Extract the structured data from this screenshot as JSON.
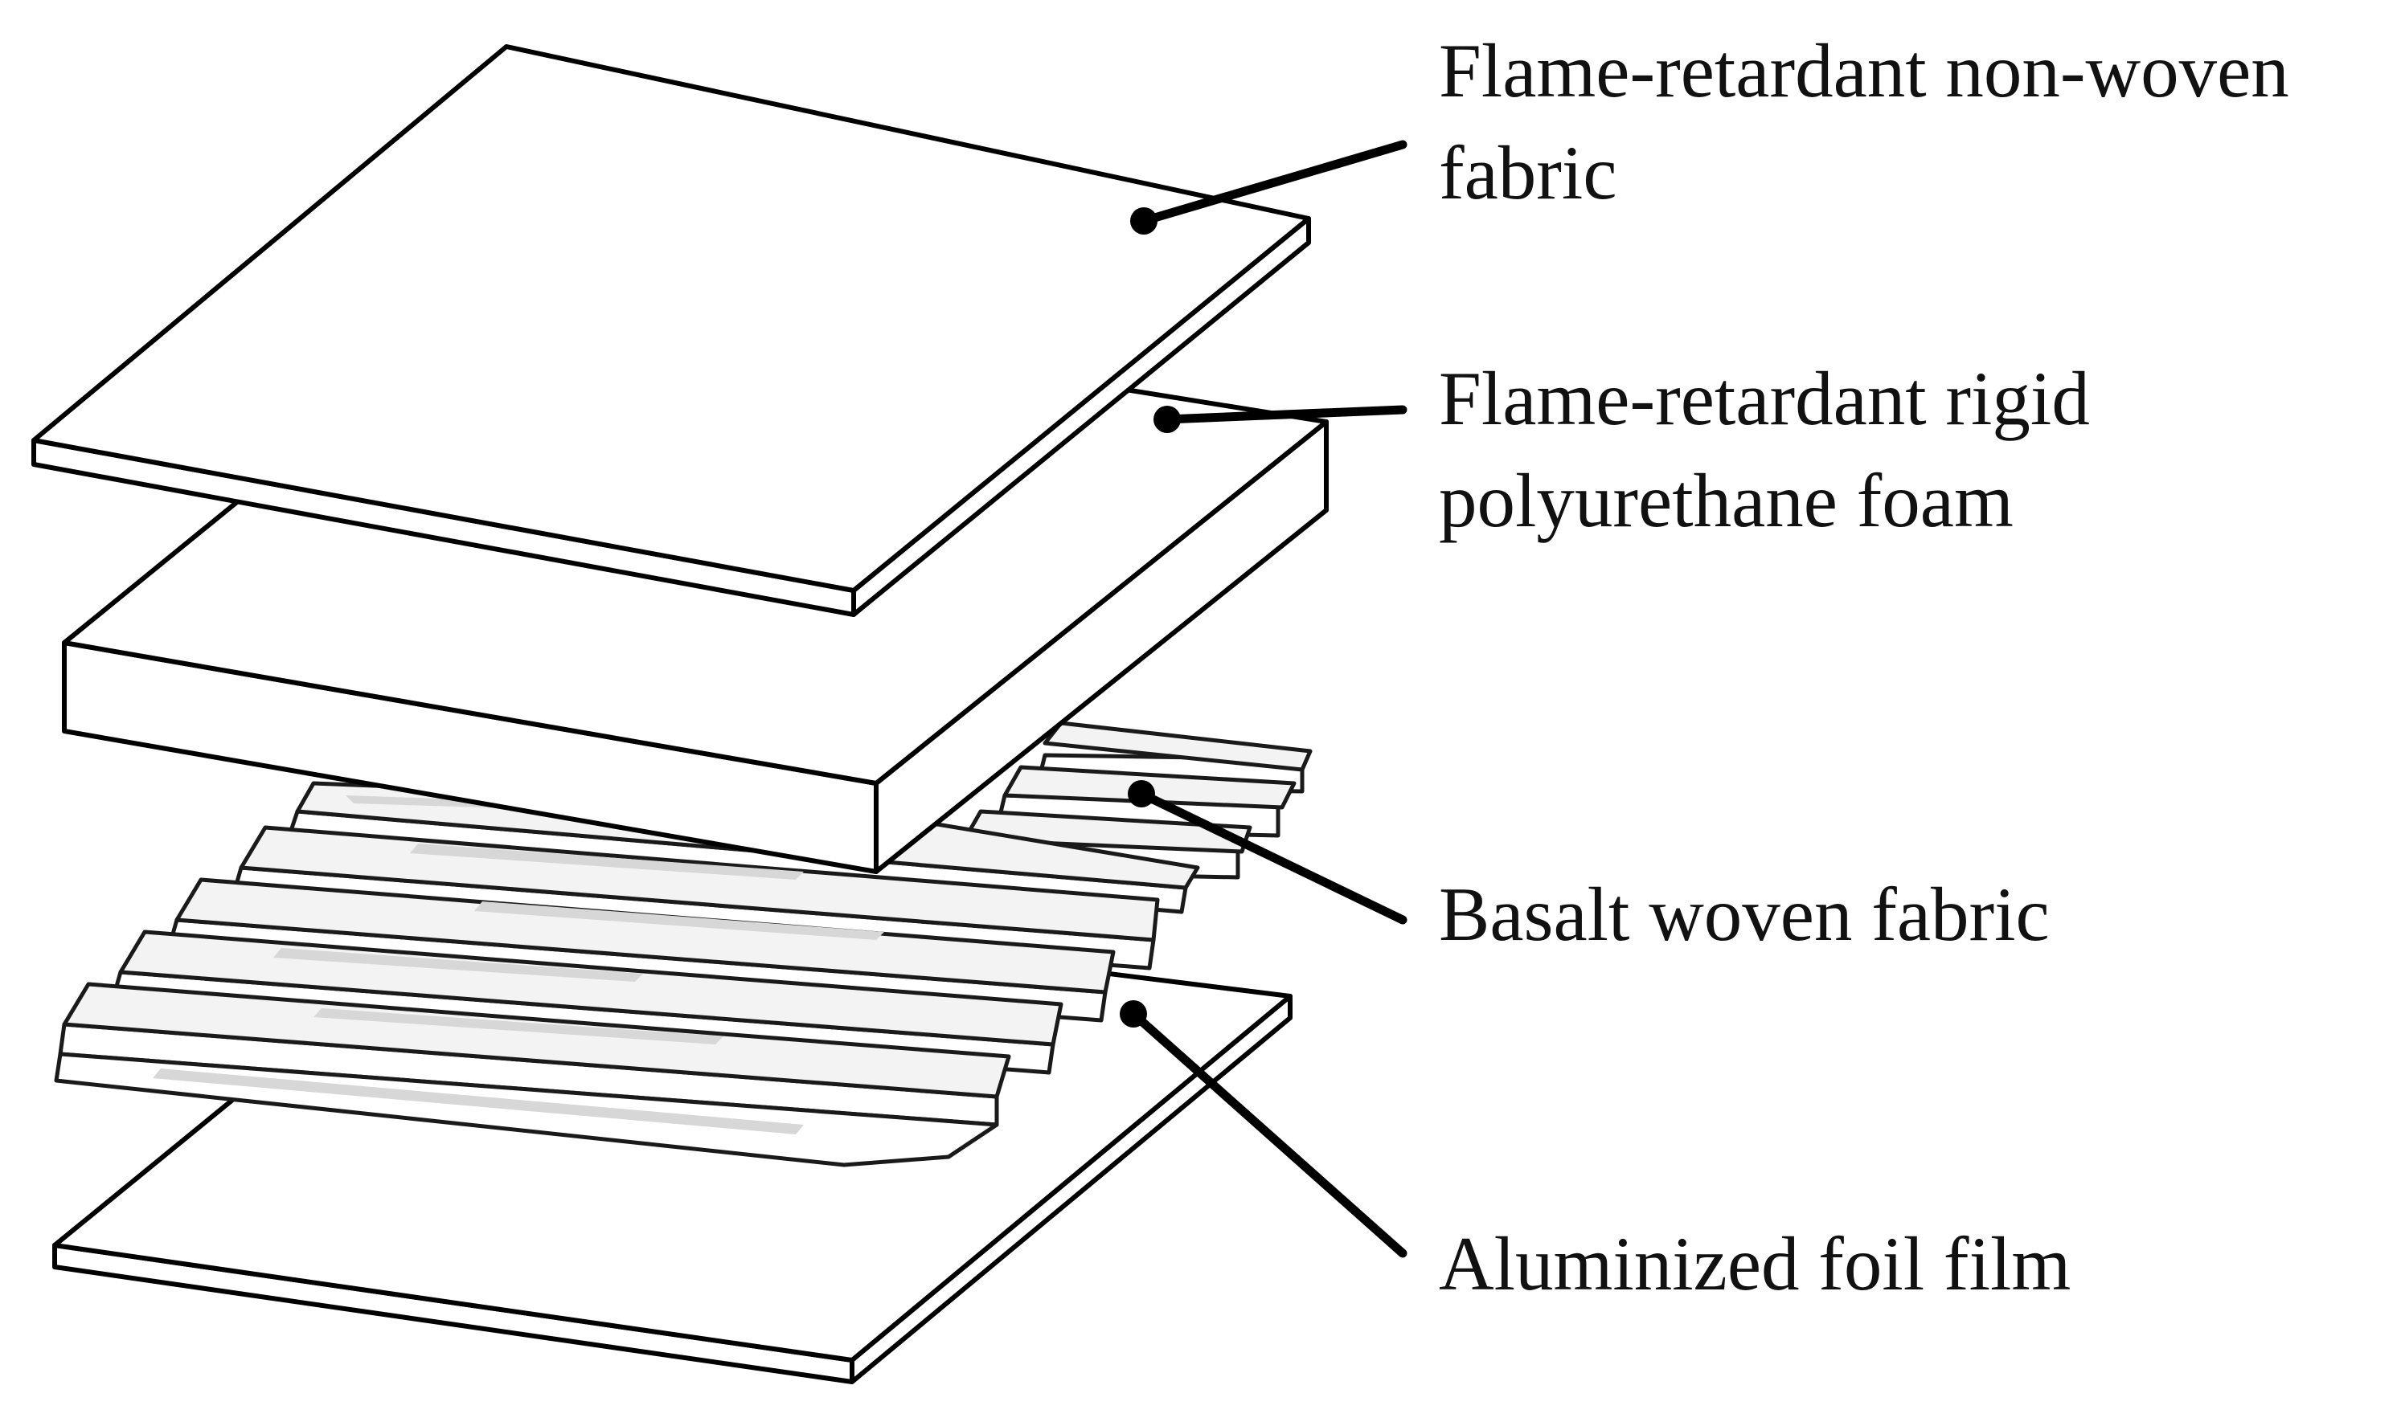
{
  "labels": {
    "nonwoven_line1": "Flame-retardant non-woven",
    "nonwoven_line2": "fabric",
    "foam_line1": "Flame-retardant rigid",
    "foam_line2": "polyurethane foam",
    "basalt": "Basalt woven fabric",
    "foil": "Aluminized foil film"
  }
}
